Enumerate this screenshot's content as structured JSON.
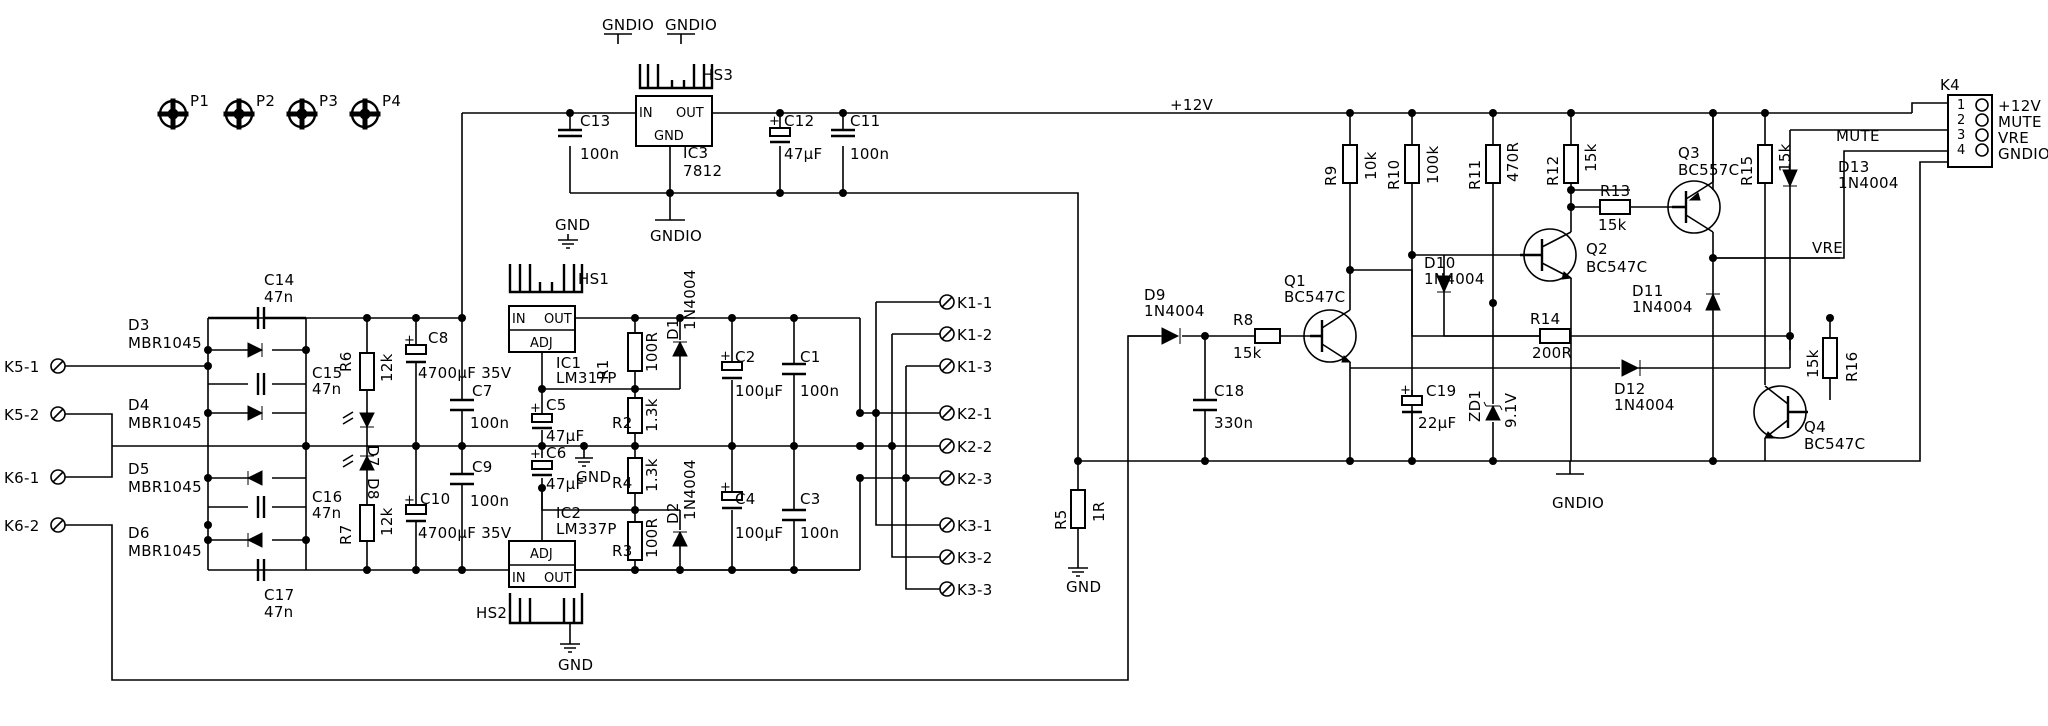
{
  "pads": [
    "P1",
    "P2",
    "P3",
    "P4"
  ],
  "nets": {
    "plus12v": "+12V",
    "gndio": "GNDIO",
    "gnd": "GND",
    "vre": "VRE",
    "mute": "MUTE"
  },
  "connector_k4": {
    "name": "K4",
    "pins": [
      "1",
      "2",
      "3",
      "4"
    ],
    "signals": [
      "+12V",
      "MUTE",
      "VRE",
      "GNDIO"
    ]
  },
  "inputs": [
    "K5-1",
    "K5-2",
    "K6-1",
    "K6-2"
  ],
  "outputs": [
    "K1-1",
    "K1-2",
    "K1-3",
    "K2-1",
    "K2-2",
    "K2-3",
    "K3-1",
    "K3-2",
    "K3-3"
  ],
  "regulators": {
    "ic3": {
      "name": "IC3",
      "value": "7812",
      "hs": "HS3",
      "in": "IN",
      "out": "OUT",
      "gnd": "GND"
    },
    "ic1": {
      "name": "IC1",
      "value": "LM317P",
      "hs": "HS1",
      "in": "IN",
      "out": "OUT",
      "adj": "ADJ"
    },
    "ic2": {
      "name": "IC2",
      "value": "LM337P",
      "hs": "HS2",
      "in": "IN",
      "out": "OUT",
      "adj": "ADJ"
    }
  },
  "diodes": {
    "d3": {
      "name": "D3",
      "value": "MBR1045"
    },
    "d4": {
      "name": "D4",
      "value": "MBR1045"
    },
    "d5": {
      "name": "D5",
      "value": "MBR1045"
    },
    "d6": {
      "name": "D6",
      "value": "MBR1045"
    },
    "d1": {
      "name": "D1",
      "value": "1N4004"
    },
    "d2": {
      "name": "D2",
      "value": "1N4004"
    },
    "d7": {
      "name": "D7"
    },
    "d8": {
      "name": "D8"
    },
    "d9": {
      "name": "D9",
      "value": "1N4004"
    },
    "d10": {
      "name": "D10",
      "value": "1N4004"
    },
    "d11": {
      "name": "D11",
      "value": "1N4004"
    },
    "d12": {
      "name": "D12",
      "value": "1N4004"
    },
    "d13": {
      "name": "D13",
      "value": "1N4004"
    },
    "zd1": {
      "name": "ZD1",
      "value": "9.1V"
    }
  },
  "capacitors": {
    "c14": {
      "name": "C14",
      "value": "47n"
    },
    "c15": {
      "name": "C15",
      "value": "47n"
    },
    "c16": {
      "name": "C16",
      "value": "47n"
    },
    "c17": {
      "name": "C17",
      "value": "47n"
    },
    "c8": {
      "name": "C8",
      "value": "4700µF 35V"
    },
    "c10": {
      "name": "C10",
      "value": "4700µF 35V"
    },
    "c7": {
      "name": "C7",
      "value": "100n"
    },
    "c9": {
      "name": "C9",
      "value": "100n"
    },
    "c5": {
      "name": "C5",
      "value": "47µF"
    },
    "c6": {
      "name": "C6",
      "value": "47µF"
    },
    "c2": {
      "name": "C2",
      "value": "100µF"
    },
    "c1": {
      "name": "C1",
      "value": "100n"
    },
    "c4": {
      "name": "C4",
      "value": "100µF"
    },
    "c3": {
      "name": "C3",
      "value": "100n"
    },
    "c13": {
      "name": "C13",
      "value": "100n"
    },
    "c12": {
      "name": "C12",
      "value": "47µF"
    },
    "c11": {
      "name": "C11",
      "value": "100n"
    },
    "c18": {
      "name": "C18",
      "value": "330n"
    },
    "c19": {
      "name": "C19",
      "value": "22µF"
    }
  },
  "resistors": {
    "r1": {
      "name": "R1",
      "value": "100R"
    },
    "r2": {
      "name": "R2",
      "value": "1.3k"
    },
    "r3": {
      "name": "R3",
      "value": "100R"
    },
    "r4": {
      "name": "R4",
      "value": "1.3k"
    },
    "r5": {
      "name": "R5",
      "value": "1R"
    },
    "r6": {
      "name": "R6",
      "value": "12k"
    },
    "r7": {
      "name": "R7",
      "value": "12k"
    },
    "r8": {
      "name": "R8",
      "value": "15k"
    },
    "r9": {
      "name": "R9",
      "value": "10k"
    },
    "r10": {
      "name": "R10",
      "value": "100k"
    },
    "r11": {
      "name": "R11",
      "value": "470R"
    },
    "r12": {
      "name": "R12",
      "value": "15k"
    },
    "r13": {
      "name": "R13",
      "value": "15k"
    },
    "r14": {
      "name": "R14",
      "value": "200R"
    },
    "r15": {
      "name": "R15",
      "value": "15k"
    },
    "r16": {
      "name": "R16",
      "value": "15k"
    }
  },
  "transistors": {
    "q1": {
      "name": "Q1",
      "value": "BC547C"
    },
    "q2": {
      "name": "Q2",
      "value": "BC547C"
    },
    "q3": {
      "name": "Q3",
      "value": "BC557C"
    },
    "q4": {
      "name": "Q4",
      "value": "BC547C"
    }
  }
}
